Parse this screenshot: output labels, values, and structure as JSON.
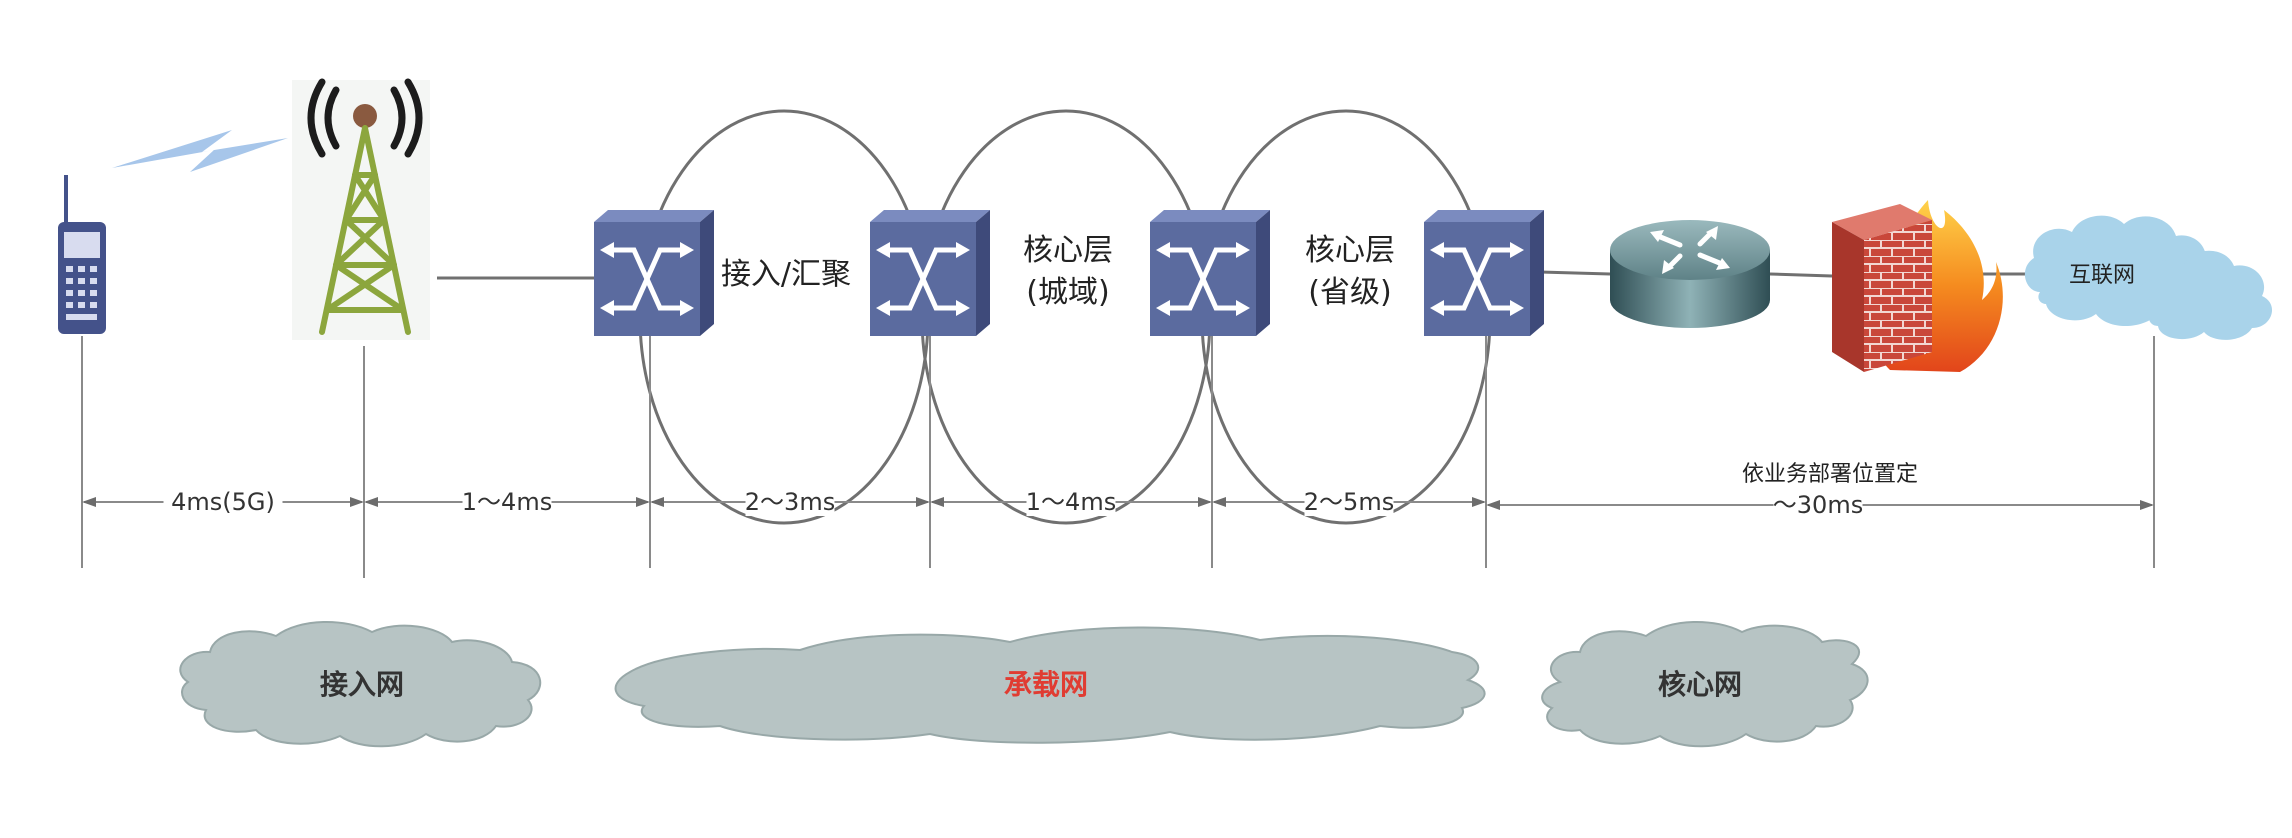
{
  "colors": {
    "switch_front": "#5b6b9f",
    "switch_top": "#7b8bbf",
    "switch_side": "#3e4a7a",
    "ring": "#707070",
    "dim_line": "#8a8a8a",
    "network_cloud": "#b7c4c4",
    "internet_cloud": "#a9d3ea",
    "highlight_red": "#e03c32",
    "tower_green": "#8ca63d",
    "phone_blue": "#44528a",
    "firewall_red": "#c73b2e"
  },
  "icons": [
    "phone-icon",
    "cell-tower-icon",
    "switch-icon",
    "router-icon",
    "firewall-icon",
    "cloud-icon"
  ],
  "layers": [
    {
      "line1": "接入/汇聚",
      "line2": ""
    },
    {
      "line1": "核心层",
      "line2": "(城域)"
    },
    {
      "line1": "核心层",
      "line2": "(省级)"
    }
  ],
  "internet": {
    "label": "互联网"
  },
  "latency_note": "依业务部署位置定",
  "segments": [
    {
      "label": "4ms(5G)"
    },
    {
      "label": "1～4ms"
    },
    {
      "label": "2～3ms"
    },
    {
      "label": "1～4ms"
    },
    {
      "label": "2～5ms"
    },
    {
      "label": "～30ms"
    }
  ],
  "networks": [
    {
      "label": "接入网",
      "highlight": false
    },
    {
      "label": "承载网",
      "highlight": true
    },
    {
      "label": "核心网",
      "highlight": false
    }
  ]
}
